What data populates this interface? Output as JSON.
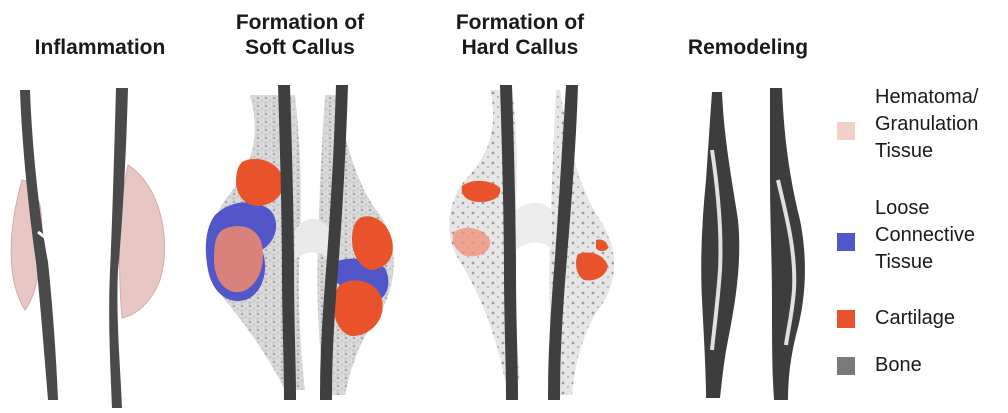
{
  "stages": [
    {
      "id": "inflammation",
      "title": "Inflammation"
    },
    {
      "id": "soft-callus",
      "title": "Formation of\nSoft Callus"
    },
    {
      "id": "hard-callus",
      "title": "Formation of\nHard Callus"
    },
    {
      "id": "remodeling",
      "title": "Remodeling"
    }
  ],
  "legend": [
    {
      "id": "hematoma",
      "label": "Hematoma/\nGranulation\nTissue",
      "color": "#f2cfc8"
    },
    {
      "id": "loose-connective",
      "label": "Loose\nConnective\nTissue",
      "color": "#5157c8"
    },
    {
      "id": "cartilage",
      "label": "Cartilage",
      "color": "#e8532c"
    },
    {
      "id": "bone",
      "label": "Bone",
      "color": "#7a7a7a"
    }
  ]
}
